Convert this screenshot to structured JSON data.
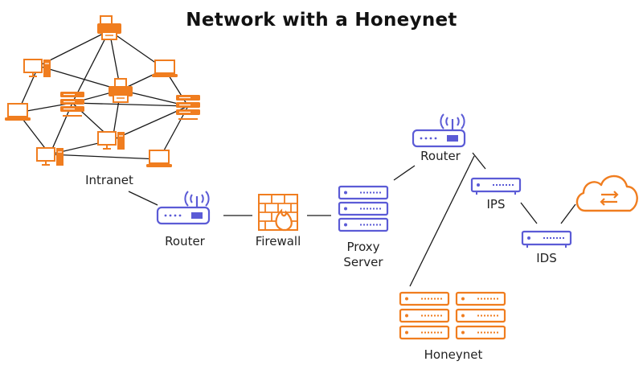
{
  "title": "Network with a Honeynet",
  "labels": {
    "intranet": "Intranet",
    "router_left": "Router",
    "firewall": "Firewall",
    "proxy_line1": "Proxy",
    "proxy_line2": "Server",
    "router_right": "Router",
    "ips": "IPS",
    "ids": "IDS",
    "honeynet": "Honeynet"
  },
  "colors": {
    "purple": "#5b5bd6",
    "orange": "#f07d1f",
    "line": "#1a1a1a",
    "text": "#222222"
  },
  "icons": [
    "printer-icon",
    "desktop-icon",
    "laptop-icon",
    "server-icon",
    "router-icon",
    "firewall-icon",
    "switch-icon",
    "cloud-sync-icon"
  ]
}
